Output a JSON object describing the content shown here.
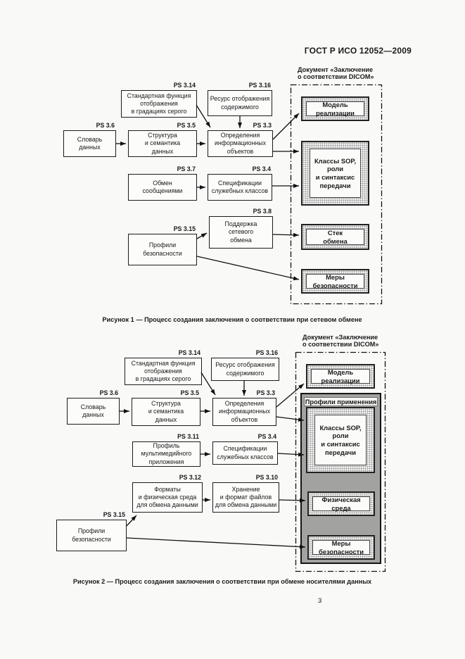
{
  "page": {
    "header": "ГОСТ Р ИСО 12052—2009",
    "page_number": "3"
  },
  "figure1": {
    "doc_label": "Документ «Заключение\nо соответствии DICOM»",
    "caption": "Рисунок 1 — Процесс создания заключения о соответствии при сетевом обмене",
    "ps": {
      "std": "PS 3.14",
      "res": "PS 3.16",
      "dict": "PS 3.6",
      "struct": "PS 3.5",
      "oid": "PS 3.3",
      "msg": "PS 3.7",
      "svc": "PS 3.4",
      "net": "PS 3.8",
      "sec": "PS 3.15"
    },
    "boxes": {
      "std": "Стандартная функция\nотображения\nв градациях серого",
      "res": "Ресурс отображения\nсодержимого",
      "dict": "Словарь\nданных",
      "struct": "Структура\nи семантика\nданных",
      "oid": "Определения\nинформационных\nобъектов",
      "msg": "Обмен\nсообщениями",
      "svc": "Спецификации\nслужебных классов",
      "net": "Поддержка\nсетевого\nобмена",
      "sec": "Профили\nбезопасности"
    },
    "doc_boxes": {
      "model": "Модель\nреализации",
      "sop": "Классы SOP,\nроли\nи синтаксис\nпередачи",
      "stack": "Стек\nобмена",
      "measures": "Меры\nбезопасности"
    }
  },
  "figure2": {
    "doc_label": "Документ «Заключение\nо соответствии DICOM»",
    "caption": "Рисунок 2 — Процесс создания заключения о соответствии при обмене носителями данных",
    "profiles_header": "Профили применения",
    "ps": {
      "std": "PS 3.14",
      "res": "PS 3.16",
      "dict": "PS 3.6",
      "struct": "PS 3.5",
      "oid": "PS 3.3",
      "mm": "PS 3.11",
      "svc": "PS 3.4",
      "fmt": "PS 3.12",
      "store": "PS 3.10",
      "sec": "PS 3.15"
    },
    "boxes": {
      "std": "Стандартная функция\nотображения\nв градациях серого",
      "res": "Ресурс отображения\nсодержимого",
      "dict": "Словарь\nданных",
      "struct": "Структура\nи семантика\nданных",
      "oid": "Определения\nинформационных\nобъектов",
      "mm": "Профиль\nмультимедийного\nприложения",
      "svc": "Спецификации\nслужебных классов",
      "fmt": "Форматы\nи физическая среда\nдля обмена данными",
      "store": "Хранение\nи формат файлов\nдля обмена данными",
      "sec": "Профили\nбезопасности"
    },
    "doc_boxes": {
      "model": "Модель\nреализации",
      "sop": "Классы SOP,\nроли\nи синтаксис\nпередачи",
      "phys": "Физическая\nсреда",
      "measures": "Меры\nбезопасности"
    }
  }
}
